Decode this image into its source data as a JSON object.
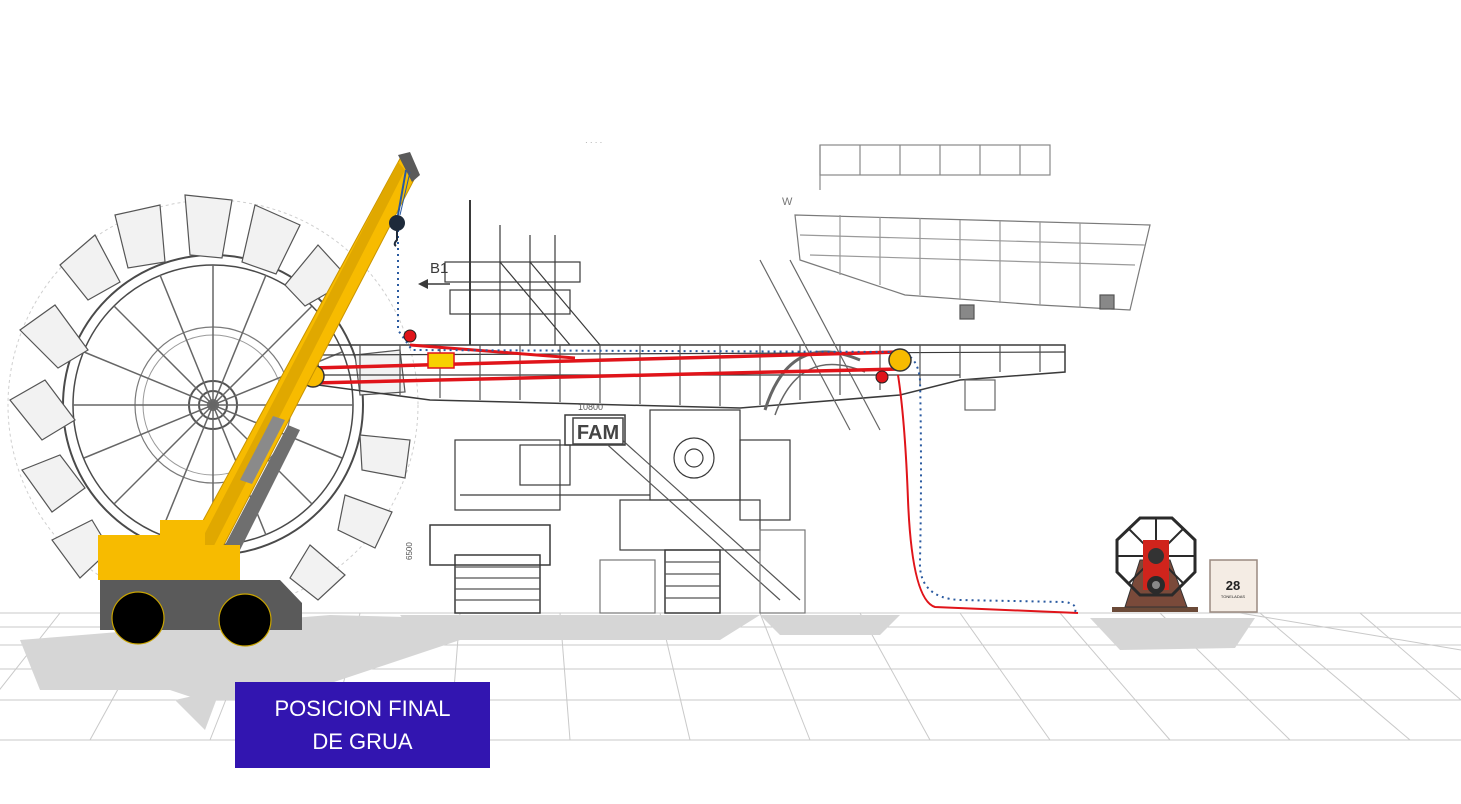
{
  "labels": {
    "b1": "B1",
    "dots": "· · · ·",
    "w": "W",
    "dimension_10800": "10800",
    "dimension_6500": "6500",
    "fam_logo": "FAM"
  },
  "weight_box": {
    "value": "28",
    "unit": "TONELADAS"
  },
  "final_position": {
    "line1": "POSICION FINAL",
    "line2": "DE GRUA",
    "background": "#3215b0"
  },
  "colors": {
    "crane": "#f7bb00",
    "crane_base": "#5a5a5a",
    "rigging_red": "#e0141a",
    "rope_blue": "#2a5aa0",
    "pulley": "#f7bb00"
  }
}
